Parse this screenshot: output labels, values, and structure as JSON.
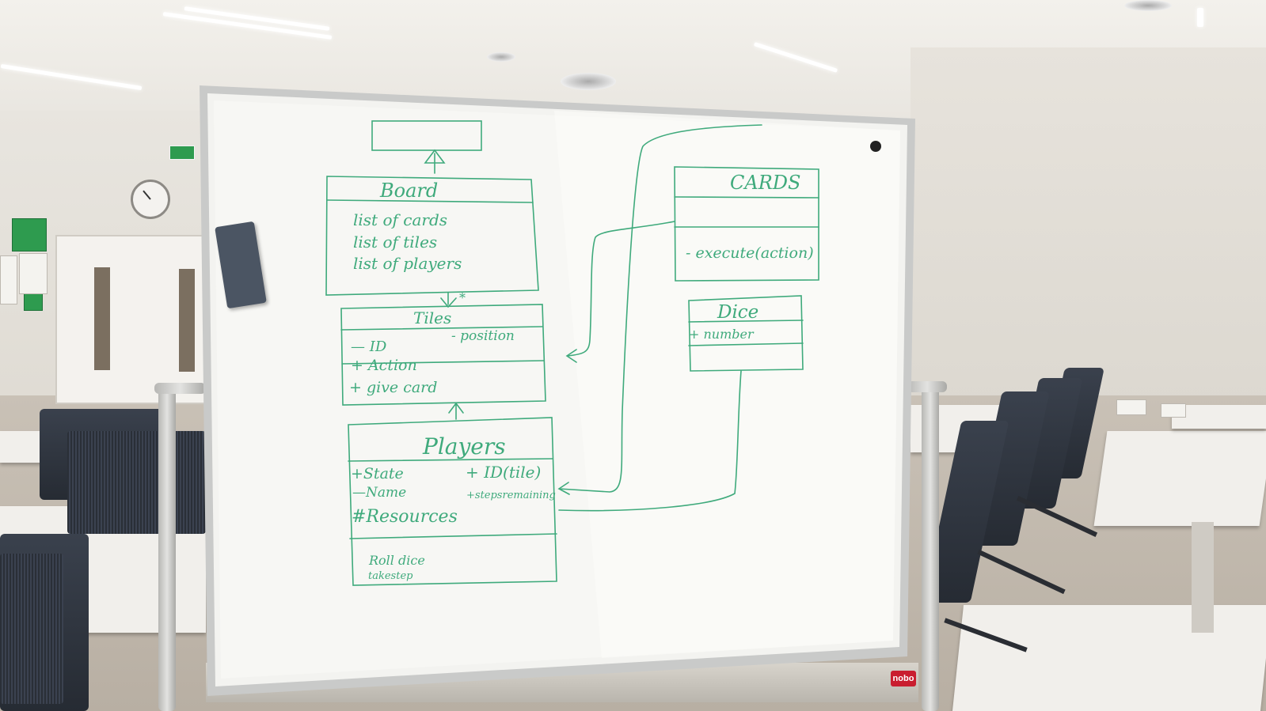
{
  "scene": {
    "description_type": "photo",
    "board_brand": "nobo",
    "ink_color": "#3faa7c"
  },
  "uml": {
    "parent_class": {
      "name": ""
    },
    "board": {
      "name": "Board",
      "attributes": [
        "list of cards",
        "list of tiles",
        "list of players"
      ]
    },
    "multiplicity": "*",
    "tiles": {
      "name": "Tiles",
      "attributes": [
        "- position",
        "— ID",
        "+ Action"
      ],
      "methods": [
        "+ give card"
      ]
    },
    "players": {
      "name": "Players",
      "attributes": [
        "+State",
        "+ ID(tile)",
        "—Name",
        "+stepsremaining",
        "#Resources"
      ],
      "methods": [
        "Roll dice",
        "takestep"
      ]
    },
    "cards": {
      "name": "CARDS",
      "methods": [
        "- execute(action)"
      ]
    },
    "dice": {
      "name": "Dice",
      "attributes": [
        "+ number"
      ]
    }
  }
}
